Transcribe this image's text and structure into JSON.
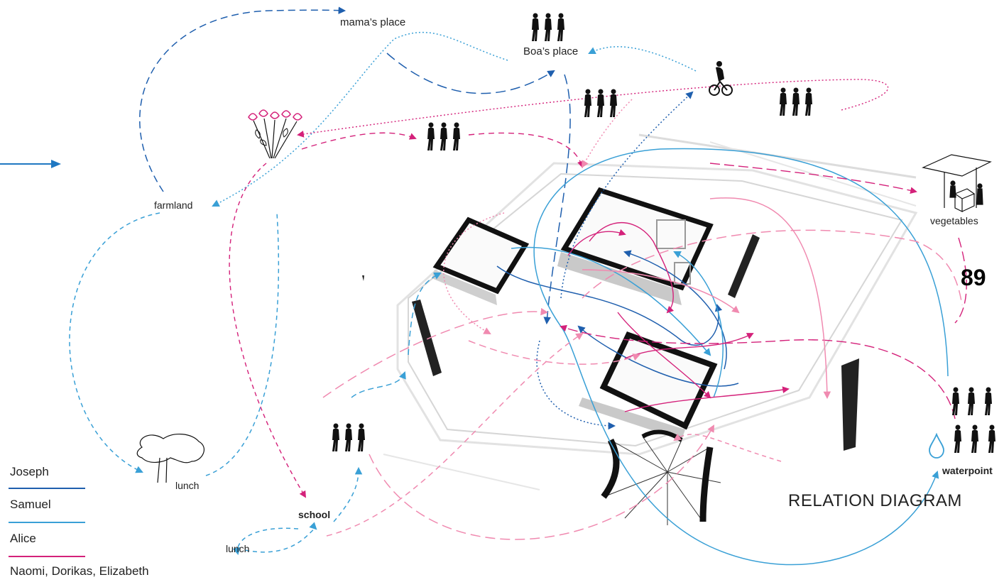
{
  "title": "RELATION DIAGRAM",
  "page_number": "89",
  "places": {
    "mamas_place": "mama’s place",
    "boas_place": "Boa’s place",
    "farmland": "farmland",
    "vegetables": "vegetables",
    "school": "school",
    "lunch_a": "lunch",
    "lunch_b": "lunch",
    "waterpoint": "waterpoint"
  },
  "legend": [
    {
      "name": "Joseph",
      "color": "#1f5fae"
    },
    {
      "name": "Samuel",
      "color": "#3aa0d6"
    },
    {
      "name": "Alice",
      "color": "#d4217a"
    },
    {
      "name": "Naomi, Dorikas, Elizabeth",
      "color": "#f08ab0"
    }
  ],
  "colors": {
    "joseph": "#1f5fae",
    "samuel": "#3aa0d6",
    "alice": "#d4217a",
    "group": "#f08ab0",
    "building": "#111111",
    "building_shadow": "#bdbdbd"
  },
  "icons": [
    "walking-people-icon",
    "cyclist-icon",
    "flower-icon",
    "tree-icon",
    "market-stall-icon",
    "water-drop-icon",
    "arrow-right-icon"
  ]
}
